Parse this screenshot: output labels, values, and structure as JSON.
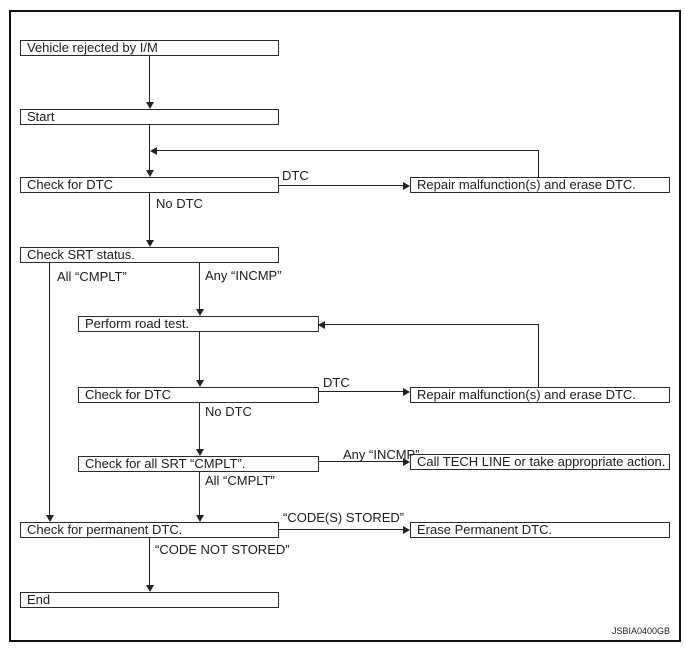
{
  "figure": {
    "type": "flowchart",
    "watermark": "JSBIA0400GB"
  },
  "colors": {
    "background": "#ffffff",
    "line": "#222222",
    "border": "#2a2a2a"
  },
  "nodes": {
    "vehicle_rejected": {
      "label": "Vehicle rejected by I/M"
    },
    "start": {
      "label": "Start"
    },
    "check_dtc_1": {
      "label": "Check for DTC"
    },
    "repair_1": {
      "label": "Repair malfunction(s) and erase DTC."
    },
    "check_srt": {
      "label": "Check SRT status."
    },
    "perform_road_test": {
      "label": "Perform road test."
    },
    "check_dtc_2": {
      "label": "Check for DTC"
    },
    "repair_2": {
      "label": "Repair malfunction(s) and erase DTC."
    },
    "check_all_srt": {
      "label": "Check for all SRT “CMPLT”."
    },
    "call_tech_line": {
      "label": "Call TECH LINE or take appropriate action."
    },
    "check_permanent": {
      "label": "Check for permanent DTC."
    },
    "erase_permanent": {
      "label": "Erase Permanent DTC."
    },
    "end": {
      "label": "End"
    }
  },
  "edge_labels": {
    "dtc_1": "DTC",
    "no_dtc_1": "No DTC",
    "all_cmplt_1": "All “CMPLT”",
    "any_incmp_1": "Any “INCMP”",
    "dtc_2": "DTC",
    "no_dtc_2": "No DTC",
    "any_incmp_2": "Any “INCMP”",
    "all_cmplt_2": "All “CMPLT”",
    "codes_stored": "“CODE(S) STORED”",
    "code_not_stored": "“CODE NOT STORED”"
  }
}
